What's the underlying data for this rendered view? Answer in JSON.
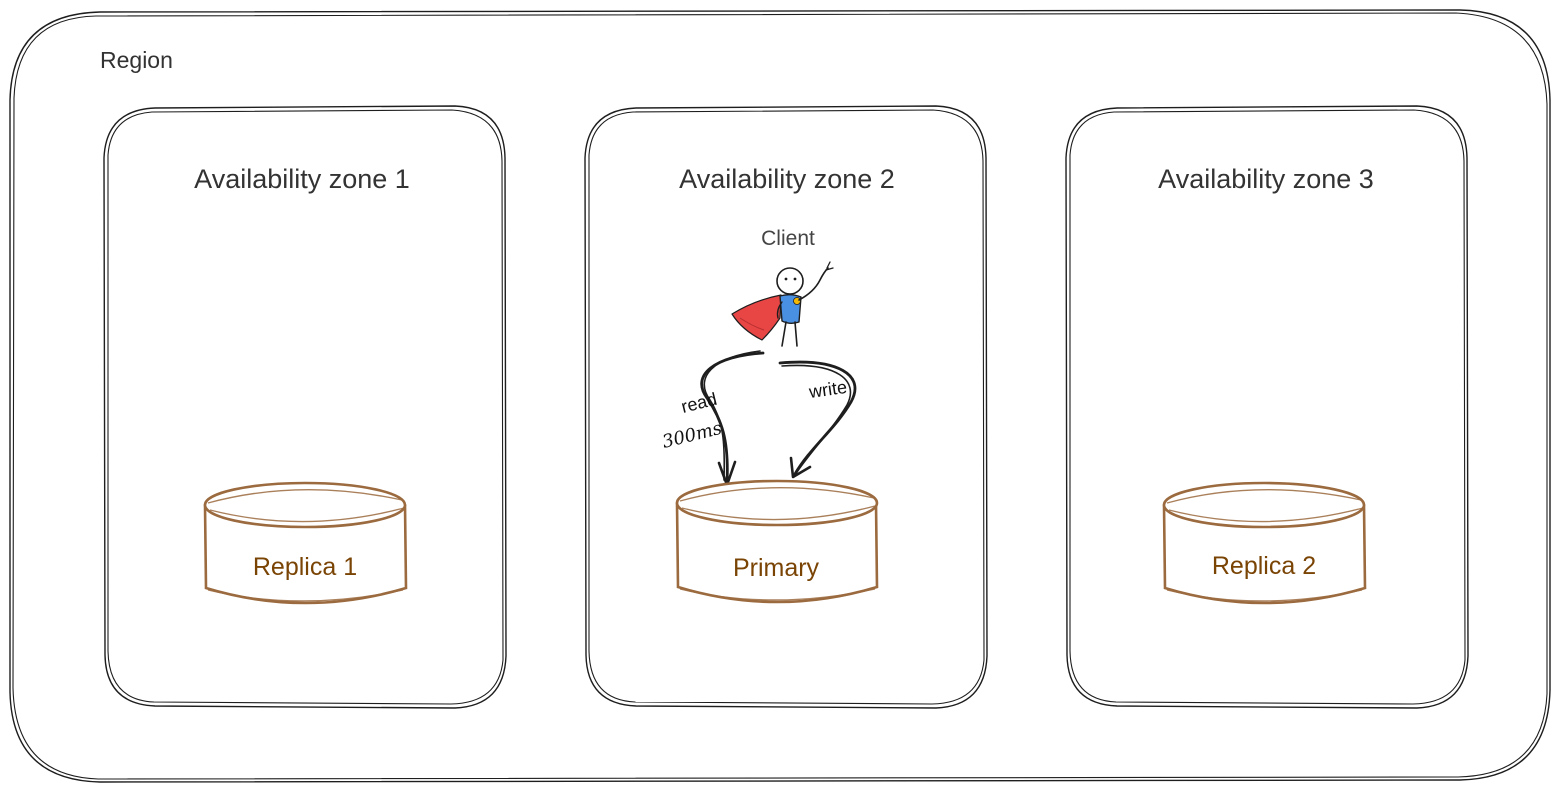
{
  "region": {
    "label": "Region"
  },
  "zones": [
    {
      "label": "Availability zone 1",
      "database": {
        "label": "Replica 1",
        "role": "replica"
      }
    },
    {
      "label": "Availability zone 2",
      "database": {
        "label": "Primary",
        "role": "primary"
      }
    },
    {
      "label": "Availability zone 3",
      "database": {
        "label": "Replica 2",
        "role": "replica"
      }
    }
  ],
  "client": {
    "label": "Client"
  },
  "connections": {
    "read": {
      "label": "read",
      "latency": "300ms"
    },
    "write": {
      "label": "write"
    }
  },
  "colors": {
    "outline": "#1e1e1e",
    "database_stroke": "#9b6a3e",
    "database_text": "#7a4405",
    "cape": "#e84545",
    "shirt": "#4a90e2",
    "badge": "#f5b800"
  }
}
